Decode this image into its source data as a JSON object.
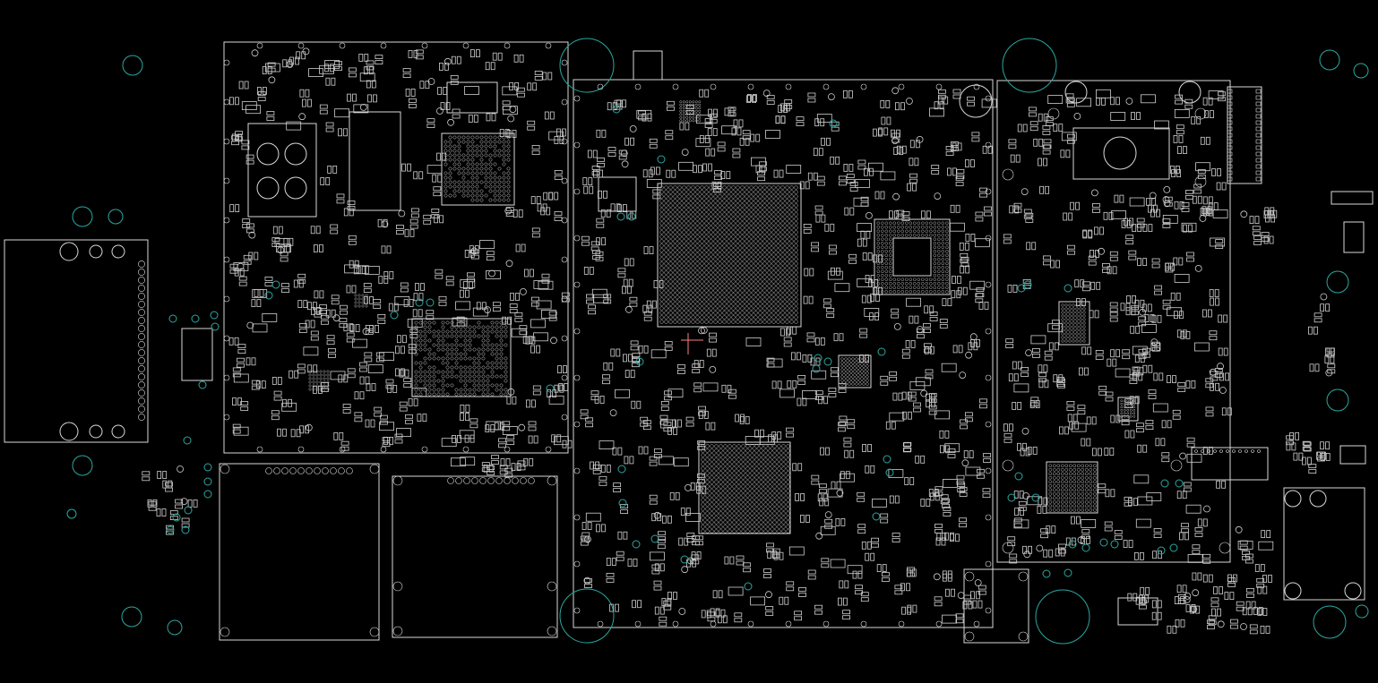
{
  "viewer": {
    "background": "#000000",
    "outline_color": "#d9d9d9",
    "via_color": "#2aa8a0",
    "highlight_trace_color": "#ff8080"
  },
  "layers": [
    {
      "name": "board-outline"
    },
    {
      "name": "component-pads"
    },
    {
      "name": "mounting-holes"
    },
    {
      "name": "bga-arrays"
    }
  ]
}
